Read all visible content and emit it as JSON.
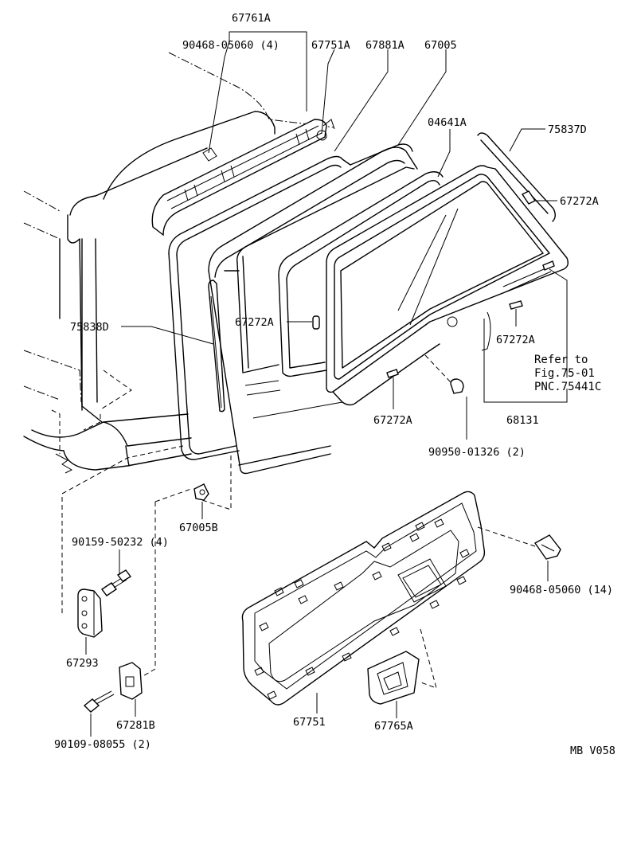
{
  "labels": {
    "p67761A": "67761A",
    "p90468_05060_4": "90468-05060 (4)",
    "p67751A": "67751A",
    "p67881A": "67881A",
    "p67005": "67005",
    "p04641A": "04641A",
    "p75837D": "75837D",
    "p67272A_1": "67272A",
    "p67272A_2": "67272A",
    "p67272A_3": "67272A",
    "p67272A_4": "67272A",
    "p75838D": "75838D",
    "p68131": "68131",
    "p90950_01326_2": "90950-01326 (2)",
    "p67005B": "67005B",
    "p90159_50232_4": "90159-50232 (4)",
    "p90468_05060_14": "90468-05060 (14)",
    "p67293": "67293",
    "p67281B": "67281B",
    "p90109_08055_2": "90109-08055 (2)",
    "p67751": "67751",
    "p67765A": "67765A"
  },
  "reference_note": {
    "line1": "Refer to",
    "line2": "Fig.75-01",
    "line3": "PNC.75441C"
  },
  "figure_code": "MB V058"
}
